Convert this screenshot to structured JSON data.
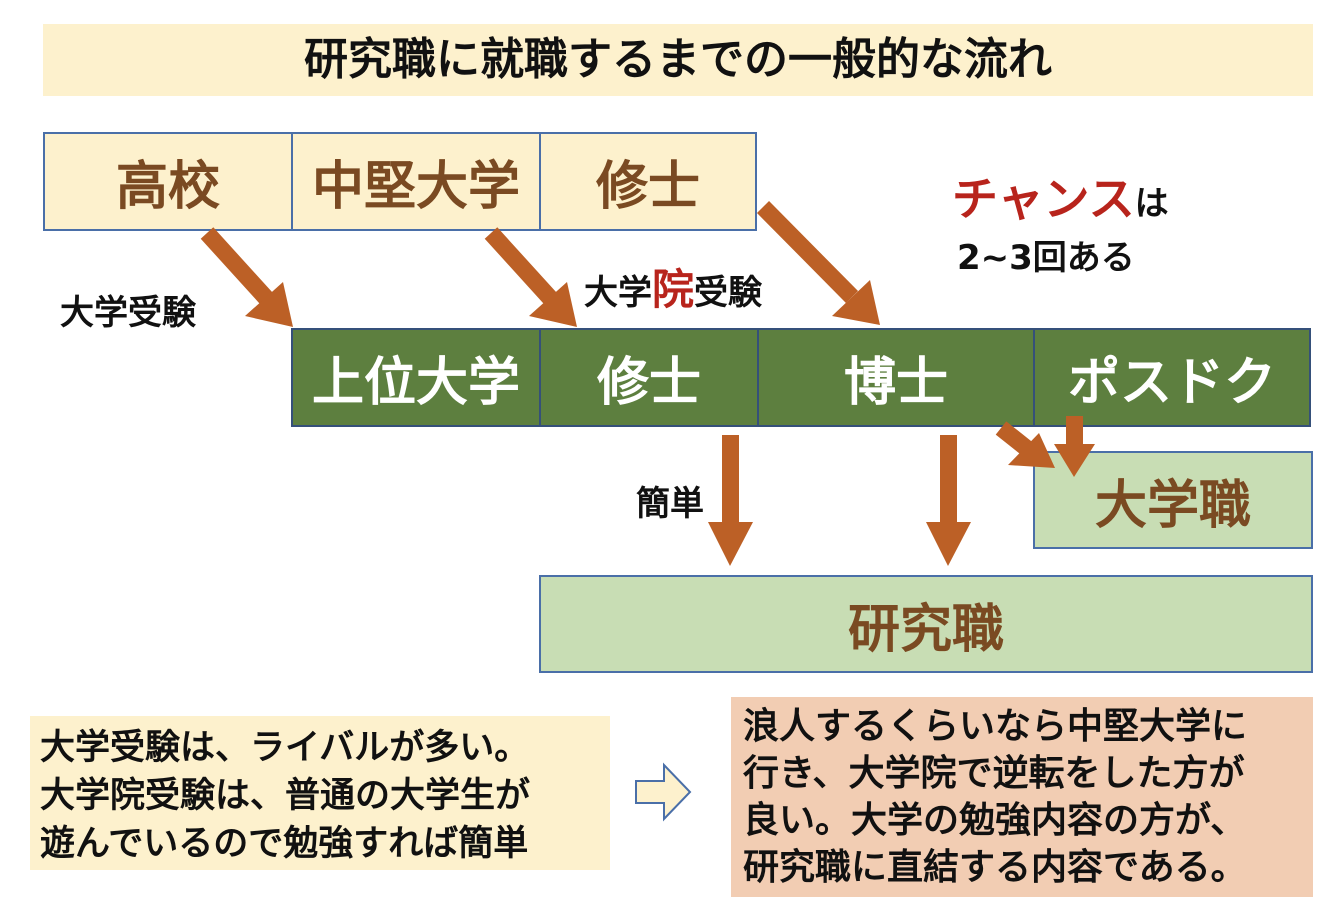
{
  "title": "研究職に就職するまでの一般的な流れ",
  "top_row": [
    "高校",
    "中堅大学",
    "修士"
  ],
  "middle_row": [
    "上位大学",
    "修士",
    "博士",
    "ポスドク"
  ],
  "university_job": "大学職",
  "research_job": "研究職",
  "labels": {
    "entrance_exam": "大学受験",
    "grad_exam_prefix": "大学",
    "grad_exam_highlight": "院",
    "grad_exam_suffix": "受験",
    "easy": "簡単",
    "chance_highlight": "チャンス",
    "chance_suffix": "は",
    "chance_count": "2~3回ある"
  },
  "note_left": [
    "大学受験は、ライバルが多い。",
    "大学院受験は、普通の大学生が",
    "遊んでいるので勉強すれば簡単"
  ],
  "note_right": [
    "浪人するくらいなら中堅大学に",
    "行き、大学院で逆転をした方が",
    "良い。大学の勉強内容の方が、",
    "研究職に直結する内容である。"
  ],
  "colors": {
    "arrow": "#bc6026",
    "highlight_red": "#b8241c",
    "dark_green": "#5d7f3f",
    "light_green": "#c8ddb4",
    "cream": "#fdf1cd",
    "peach": "#f2cdb3"
  }
}
